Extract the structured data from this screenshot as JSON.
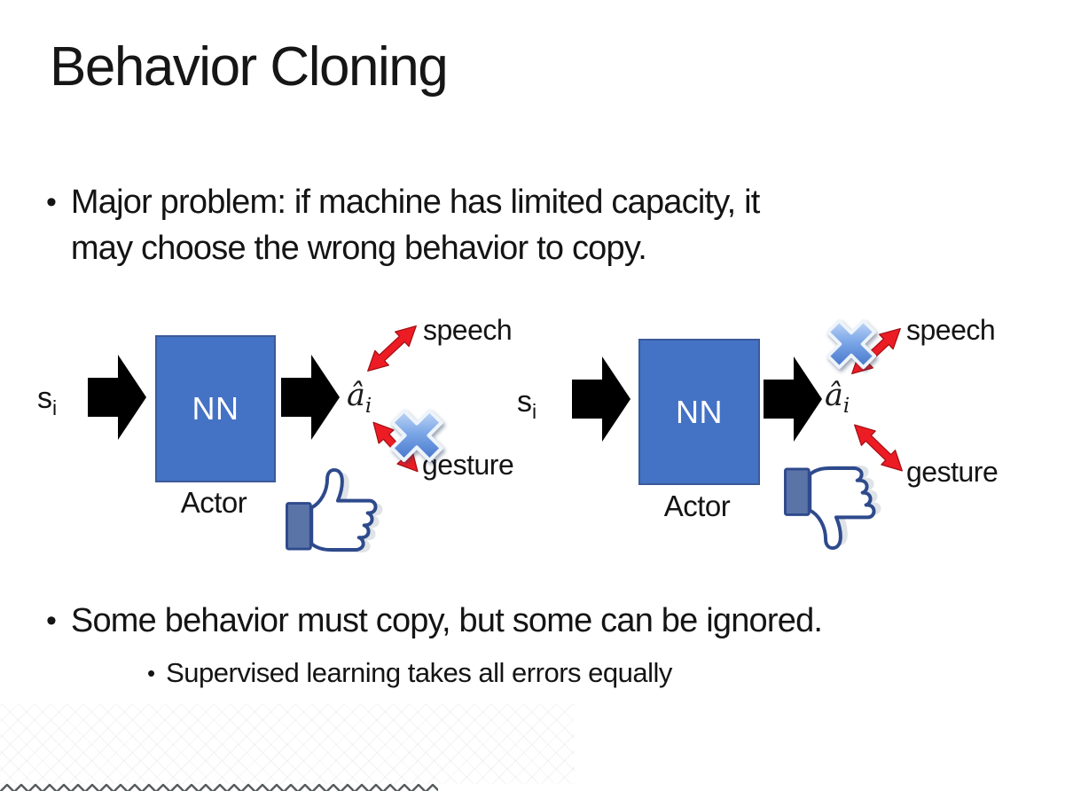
{
  "slide": {
    "title": "Behavior Cloning",
    "bullet_marker": "•",
    "bullet1": {
      "lines": [
        "Major problem: if machine has limited capacity, it",
        "may choose the wrong behavior to copy."
      ]
    },
    "bullet2": {
      "text": "Some behavior must copy, but some can be ignored."
    },
    "sub_bullet": {
      "text": "Supervised learning takes all errors equally"
    },
    "diagrams": [
      {
        "id": "left",
        "input_label": "s",
        "input_sub": "i",
        "box_label": "NN",
        "output_label": "â",
        "output_sub": "i",
        "actor_label": "Actor",
        "speech_label": "speech",
        "gesture_label": "gesture",
        "crossed_out": "gesture",
        "feedback_icon": "thumbs-up-icon"
      },
      {
        "id": "right",
        "input_label": "s",
        "input_sub": "i",
        "box_label": "NN",
        "output_label": "â",
        "output_sub": "i",
        "actor_label": "Actor",
        "speech_label": "speech",
        "gesture_label": "gesture",
        "crossed_out": "speech",
        "feedback_icon": "thumbs-down-icon"
      }
    ],
    "colors": {
      "nn_box_fill": "#4472c4",
      "nn_box_border": "#3b5a9a",
      "black_arrow": "#000000",
      "red_arrow": "#ed1c24",
      "cross_icon_blue": "#4f86d8",
      "thumb_outline": "#2e4a8c",
      "thumb_cuff": "#5b74a8",
      "text": "#141414"
    }
  }
}
